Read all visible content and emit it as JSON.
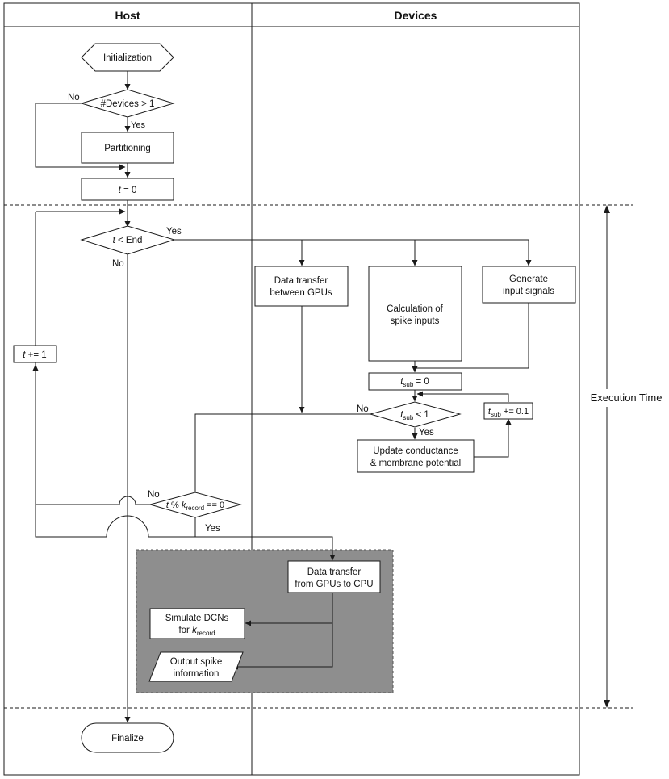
{
  "lanes": {
    "host": "Host",
    "devices": "Devices"
  },
  "nodes": {
    "initialization": "Initialization",
    "devices_check": "#Devices > 1",
    "partitioning": "Partitioning",
    "t_init": {
      "var": "t",
      "rest": " = 0"
    },
    "t_end": {
      "var": "t",
      "rest": " < End"
    },
    "t_inc": {
      "var": "t",
      "rest": " += 1"
    },
    "data_transfer_gpus": [
      "Data transfer",
      "between GPUs"
    ],
    "calc_spike": [
      "Calculation of",
      "spike inputs"
    ],
    "generate_input": [
      "Generate",
      "input signals"
    ],
    "tsub_init": {
      "var": "t",
      "sub": "sub",
      "rest": " = 0"
    },
    "tsub_check": {
      "var": "t",
      "sub": "sub",
      "rest": " < 1"
    },
    "tsub_inc": {
      "var": "t",
      "sub": "sub",
      "rest": " += 0.1"
    },
    "update_conductance": [
      "Update conductance",
      "& membrane potential"
    ],
    "record_check": {
      "var": "t",
      "mid": " % ",
      "kvar": "k",
      "sub": "record",
      "rest": " == 0"
    },
    "transfer_cpu": [
      "Data transfer",
      "from GPUs to CPU"
    ],
    "simulate_dcns": {
      "line1": "Simulate DCNs",
      "line2_prefix": "for ",
      "kvar": "k",
      "sub": "record"
    },
    "output_spike": [
      "Output spike",
      "information"
    ],
    "finalize": "Finalize"
  },
  "edge_labels": {
    "devices_no": "No",
    "devices_yes": "Yes",
    "t_end_yes": "Yes",
    "t_end_no": "No",
    "tsub_no": "No",
    "tsub_yes": "Yes",
    "record_no": "No",
    "record_yes": "Yes"
  },
  "execution_time": "Execution Time",
  "colors": {
    "line": "#1a1a1a",
    "shaded_region": "#8e8e8e",
    "background": "#ffffff"
  }
}
